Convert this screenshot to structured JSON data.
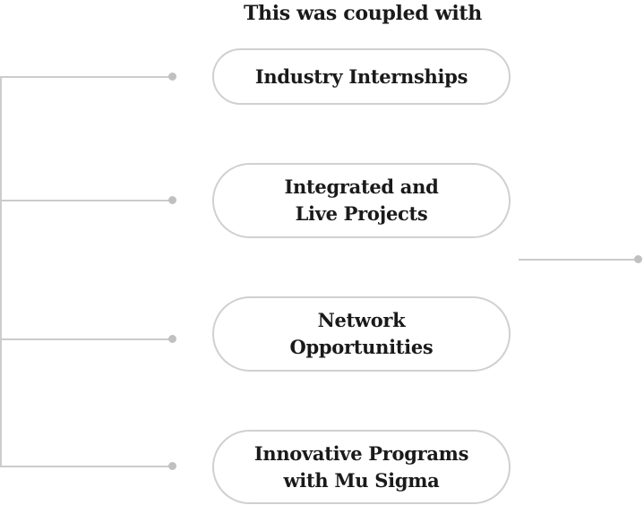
{
  "title": "This was coupled with",
  "items": [
    {
      "lines": [
        "Industry Internships"
      ]
    },
    {
      "lines": [
        "Integrated and",
        "Live Projects"
      ]
    },
    {
      "lines": [
        "Network",
        "Opportunities"
      ]
    },
    {
      "lines": [
        "Innovative Programs",
        "with Mu Sigma"
      ]
    }
  ],
  "colors": {
    "connector": "#cccccc",
    "dot": "#c0c0c2",
    "pill_border": "#d0d0d0",
    "text": "#1a1a1a"
  }
}
